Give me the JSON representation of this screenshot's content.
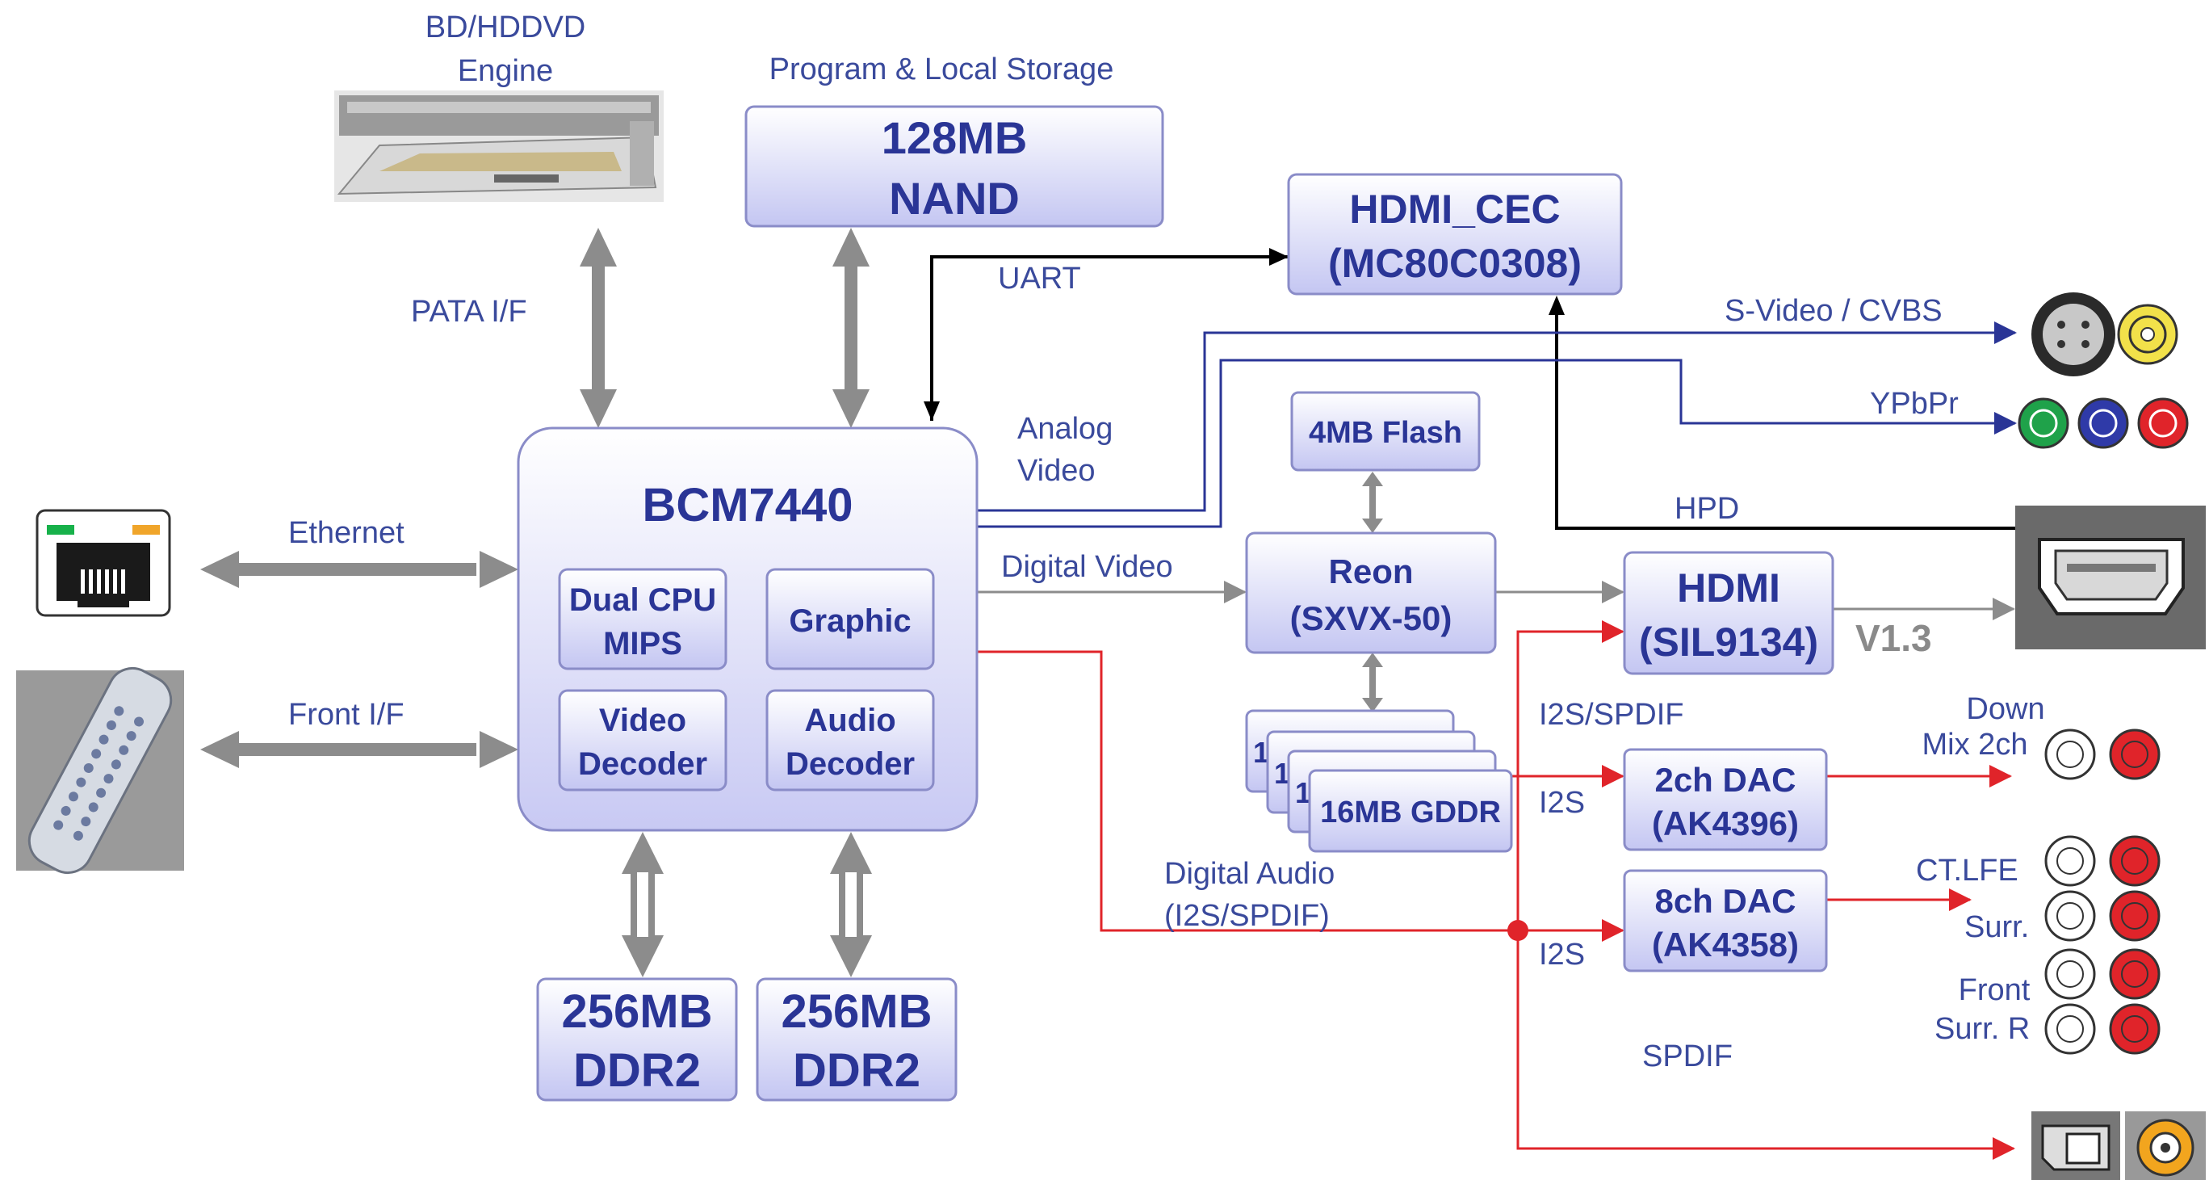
{
  "blocks": {
    "bcm": "BCM7440",
    "dual_cpu": [
      "Dual CPU",
      "MIPS"
    ],
    "graphic": "Graphic",
    "video_decoder": [
      "Video",
      "Decoder"
    ],
    "audio_decoder": [
      "Audio",
      "Decoder"
    ],
    "nand": [
      "128MB",
      "NAND"
    ],
    "hdmi_cec": [
      "HDMI_CEC",
      "(MC80C0308)"
    ],
    "flash": "4MB Flash",
    "reon": [
      "Reon",
      "(SXVX-50)"
    ],
    "hdmi": [
      "HDMI",
      "(SIL9134)"
    ],
    "gddr": "16MB GDDR",
    "gddr_back": [
      "1",
      "1",
      "1"
    ],
    "dac2": [
      "2ch DAC",
      "(AK4396)"
    ],
    "dac8": [
      "8ch DAC",
      "(AK4358)"
    ],
    "ddr_left": [
      "256MB",
      "DDR2"
    ],
    "ddr_right": [
      "256MB",
      "DDR2"
    ]
  },
  "labels": {
    "bd_engine": [
      "BD/HDDVD",
      "Engine"
    ],
    "program_storage": "Program &  Local Storage",
    "pata": "PATA I/F",
    "uart": "UART",
    "analog_video": [
      "Analog",
      "Video"
    ],
    "ethernet": "Ethernet",
    "front_if": "Front I/F",
    "digital_video": "Digital Video",
    "svideo_cvbs": "S-Video / CVBS",
    "ypbpr": "YPbPr",
    "hpd": "HPD",
    "v13": "V1.3",
    "i2s_spdif_top": "I2S/SPDIF",
    "down_mix": [
      "Down",
      "Mix 2ch"
    ],
    "i2s_a": "I2S",
    "i2s_b": "I2S",
    "ct_lfe": "CT.LFE",
    "surr": "Surr.",
    "front": "Front",
    "surr_r": "Surr. R",
    "digital_audio": [
      "Digital Audio",
      "(I2S/SPDIF)"
    ],
    "spdif": "SPDIF"
  },
  "icons": {
    "ethernet": "ethernet-port-icon",
    "remote": "remote-control-icon",
    "drive": "optical-drive-icon",
    "svideo": "svideo-connector-icon",
    "hdmi_port": "hdmi-port-icon",
    "spdif": "spdif-connector-icon"
  },
  "colors": {
    "box_fill_top": "#ffffff",
    "box_fill_bottom": "#c4c6f2",
    "box_border": "#8a8cc8",
    "text_blue": "#2a3596",
    "label_blue": "#3a4a9c",
    "gray_arrow": "#8c8c8c",
    "line_blue": "#2a3596",
    "line_red": "#e0242a",
    "line_black": "#000000"
  }
}
